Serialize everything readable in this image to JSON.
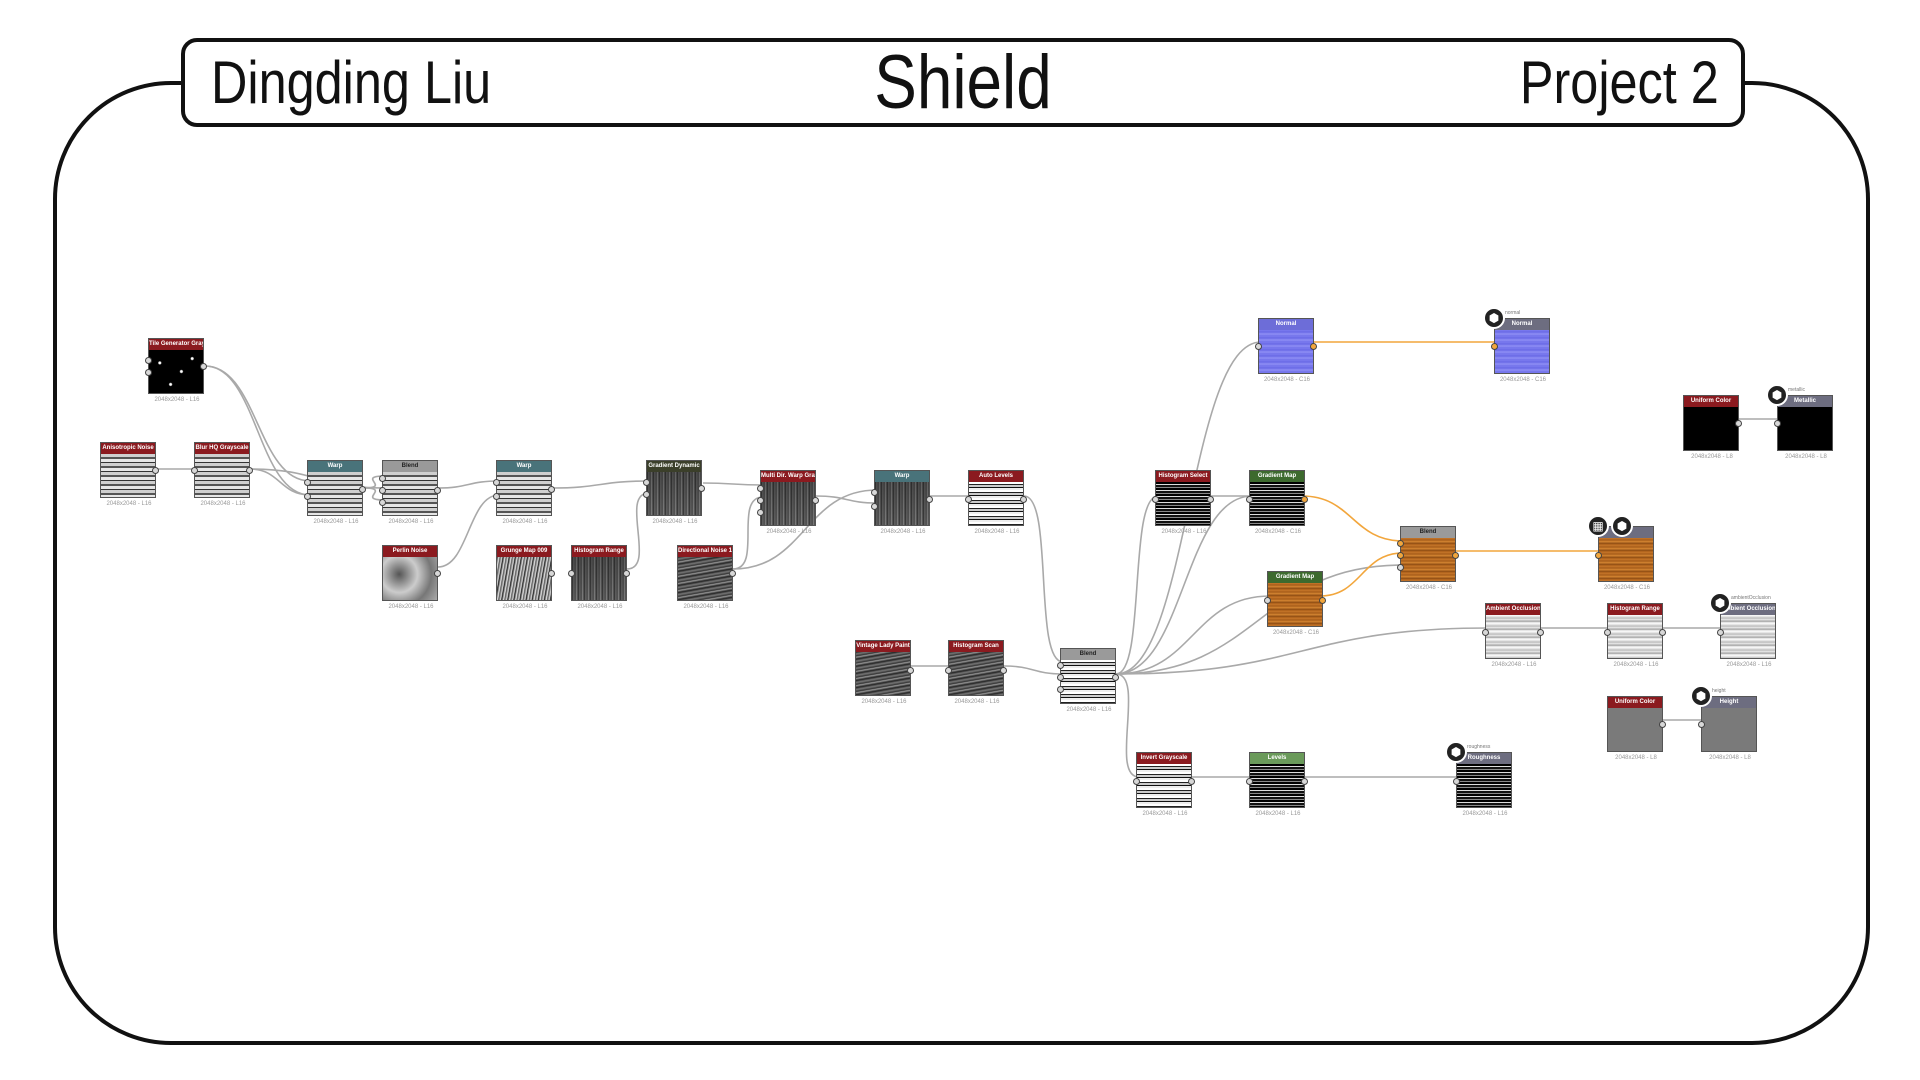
{
  "header": {
    "author": "Dingding Liu",
    "title": "Shield",
    "project": "Project 2"
  },
  "nodes": {
    "tile_generator": {
      "label": "Tile Generator Grayscale",
      "info": "2048x2048 - L16"
    },
    "anisotropic_noise": {
      "label": "Anisotropic Noise",
      "info": "2048x2048 - L16"
    },
    "blur_hq": {
      "label": "Blur HQ Grayscale",
      "info": "2048x2048 - L16"
    },
    "warp1": {
      "label": "Warp",
      "info": "2048x2048 - L16"
    },
    "blend1": {
      "label": "Blend",
      "info": "2048x2048 - L16"
    },
    "warp2": {
      "label": "Warp",
      "info": "2048x2048 - L16"
    },
    "perlin_noise": {
      "label": "Perlin Noise",
      "info": "2048x2048 - L16"
    },
    "grunge_map": {
      "label": "Grunge Map 009",
      "info": "2048x2048 - L16"
    },
    "histogram_range1": {
      "label": "Histogram Range",
      "info": "2048x2048 - L16"
    },
    "gradient_dynamic": {
      "label": "Gradient Dynamic",
      "info": "2048x2048 - L16"
    },
    "directional_noise": {
      "label": "Directional Noise 1",
      "info": "2048x2048 - L16"
    },
    "multi_warp": {
      "label": "Multi Dir. Warp Grayscale",
      "info": "2048x2048 - L16"
    },
    "warp3": {
      "label": "Warp",
      "info": "2048x2048 - L16"
    },
    "auto_levels": {
      "label": "Auto Levels",
      "info": "2048x2048 - L16"
    },
    "vintage_lady": {
      "label": "Vintage Lady Paint",
      "info": "2048x2048 - L16"
    },
    "histogram_scan": {
      "label": "Histogram Scan",
      "info": "2048x2048 - L16"
    },
    "blend2": {
      "label": "Blend",
      "info": "2048x2048 - L16"
    },
    "histogram_select": {
      "label": "Histogram Select",
      "info": "2048x2048 - L16"
    },
    "gradient_map1": {
      "label": "Gradient Map",
      "info": "2048x2048 - C16"
    },
    "gradient_map2": {
      "label": "Gradient Map",
      "info": "2048x2048 - C16"
    },
    "normal_node": {
      "label": "Normal",
      "info": "2048x2048 - C16"
    },
    "normal_out": {
      "label": "Normal",
      "info": "2048x2048 - C16",
      "tag": "normal"
    },
    "blend3": {
      "label": "Blend",
      "info": "2048x2048 - C16"
    },
    "basecolor_out": {
      "label": "",
      "info": "2048x2048 - C16"
    },
    "uniform1": {
      "label": "Uniform Color",
      "info": "2048x2048 - L8"
    },
    "metallic_out": {
      "label": "Metallic",
      "info": "2048x2048 - L8",
      "tag": "metallic"
    },
    "ao_node": {
      "label": "Ambient Occlusion (H...",
      "info": "2048x2048 - L16"
    },
    "histogram_range2": {
      "label": "Histogram Range",
      "info": "2048x2048 - L16"
    },
    "ao_out": {
      "label": "Ambient Occlusion",
      "info": "2048x2048 - L16",
      "tag": "ambientOcclusion"
    },
    "uniform2": {
      "label": "Uniform Color",
      "info": "2048x2048 - L8"
    },
    "height_out": {
      "label": "Height",
      "info": "2048x2048 - L8",
      "tag": "height"
    },
    "invert": {
      "label": "Invert Grayscale",
      "info": "2048x2048 - L16"
    },
    "levels": {
      "label": "Levels",
      "info": "2048x2048 - L16"
    },
    "roughness_out": {
      "label": "Roughness",
      "info": "2048x2048 - L16",
      "tag": "roughness"
    }
  },
  "colors": {
    "wire": "#a9a9a9",
    "wire_color": "#f2a63c",
    "frame": "#111111"
  }
}
